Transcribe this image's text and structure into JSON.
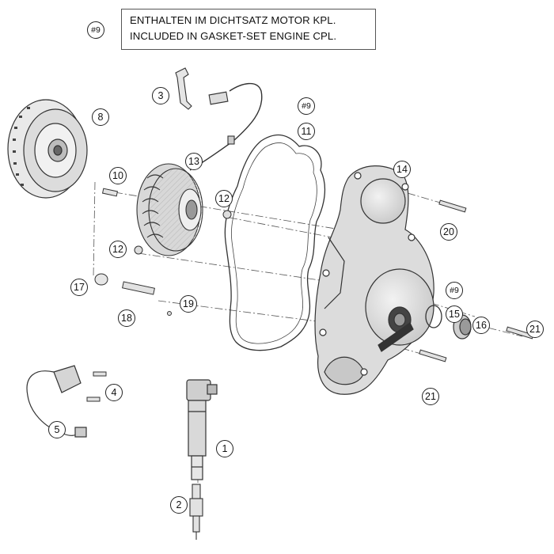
{
  "legend": {
    "marker": "#9",
    "line1": "ENTHALTEN IM DICHTSATZ MOTOR KPL.",
    "line2": "INCLUDED IN GASKET-SET ENGINE CPL."
  },
  "callouts": {
    "c1": "1",
    "c2": "2",
    "c3": "3",
    "c4": "4",
    "c5": "5",
    "c8": "8",
    "c9a": "#9",
    "c9b": "#9",
    "c10": "10",
    "c11": "11",
    "c12a": "12",
    "c12b": "12",
    "c13": "13",
    "c14": "14",
    "c15": "15",
    "c16": "16",
    "c17": "17",
    "c18": "18",
    "c19": "19",
    "c20": "20",
    "c21a": "21",
    "c21b": "21"
  },
  "parts": {
    "flywheel": "flywheel-rotor",
    "stator": "stator",
    "gasket": "cover-gasket",
    "cover": "ignition-cover",
    "coil": "ignition-coil",
    "plug": "spark-plug",
    "sensor": "pickup-sensor"
  }
}
